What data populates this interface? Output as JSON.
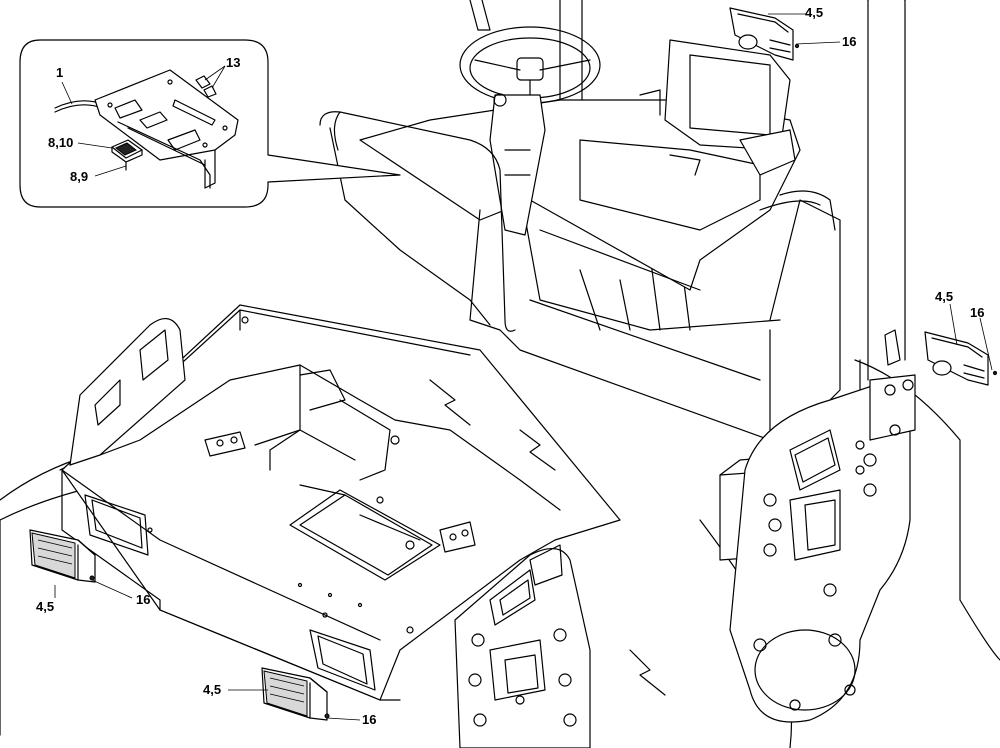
{
  "callouts": {
    "top_lamp_part": "4,5",
    "top_lamp_screw": "16",
    "right_lamp_part": "4,5",
    "right_lamp_screw": "16",
    "left_lamp_part": "4,5",
    "left_lamp_screw": "16",
    "bottom_lamp_part": "4,5",
    "bottom_lamp_screw": "16",
    "inset_cable": "1",
    "inset_clip": "13",
    "inset_switch": "8,10",
    "inset_bracket": "8,9"
  },
  "colors": {
    "line": "#000000",
    "background": "#ffffff",
    "lens_shade": "#d8d8d8"
  }
}
